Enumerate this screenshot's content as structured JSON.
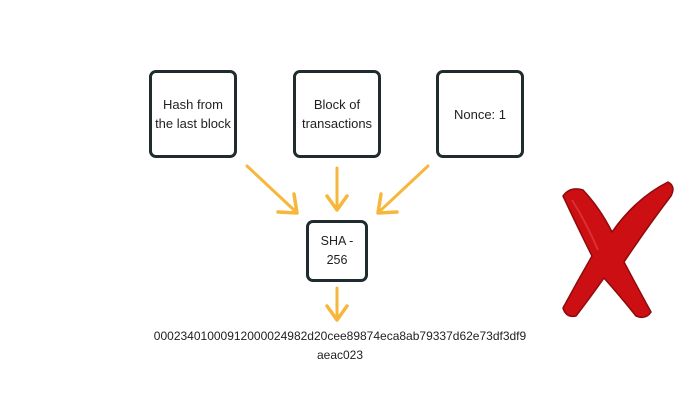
{
  "diagram": {
    "inputs": [
      {
        "label": "Hash from\nthe last block"
      },
      {
        "label": "Block of\ntransactions"
      },
      {
        "label": "Nonce: 1"
      }
    ],
    "hash_function": {
      "label": "SHA - 256"
    },
    "output": {
      "hash_line1": "0002340100091200002498 2d20cee89874eca8ab79337d62e73df3df9",
      "hash_line2": "aeac023"
    },
    "result_icon": "red-cross-icon"
  },
  "colors": {
    "box_border": "#1f2b2d",
    "arrow": "#f6b73c",
    "cross": "#cc0f12",
    "text": "#1f1f1f"
  }
}
